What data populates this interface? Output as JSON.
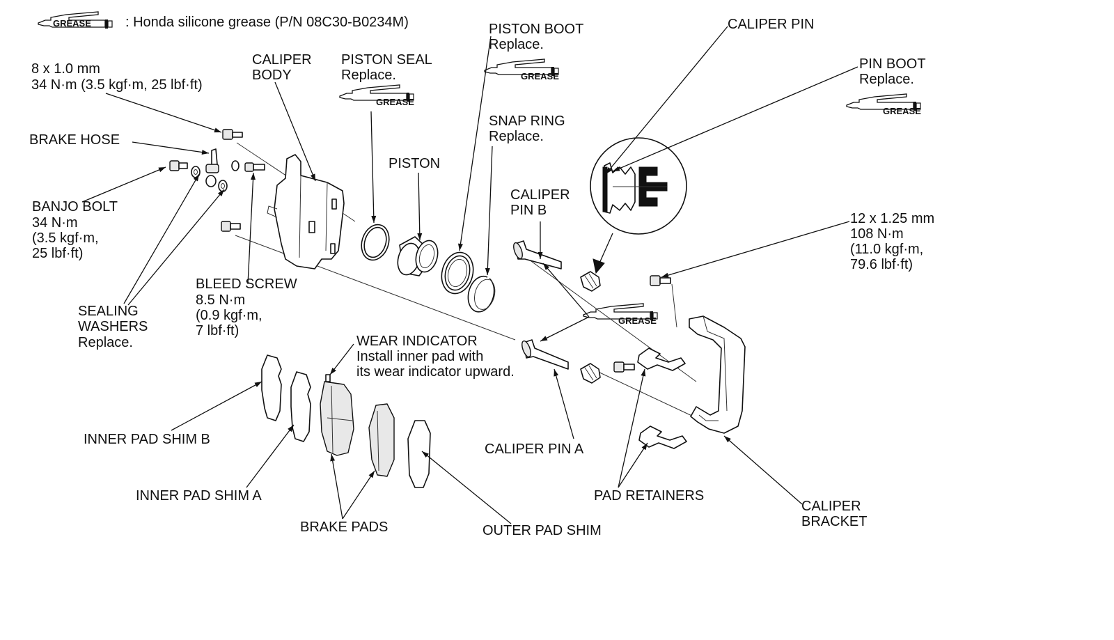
{
  "legend": {
    "grease_badge": "GREASE",
    "text": ": Honda silicone grease (P/N 08C30-B0234M)"
  },
  "labels": {
    "bolt_spec": [
      "8 x 1.0 mm",
      "34 N·m (3.5 kgf·m, 25 lbf·ft)"
    ],
    "caliper_body": [
      "CALIPER",
      "BODY"
    ],
    "piston_seal": [
      "PISTON SEAL",
      "Replace."
    ],
    "piston_boot": [
      "PISTON BOOT",
      "Replace."
    ],
    "caliper_pin": "CALIPER PIN",
    "pin_boot": [
      "PIN BOOT",
      "Replace."
    ],
    "brake_hose": "BRAKE HOSE",
    "snap_ring": [
      "SNAP RING",
      "Replace."
    ],
    "piston": "PISTON",
    "caliper_pin_b": [
      "CALIPER",
      "PIN B"
    ],
    "banjo_bolt": [
      "BANJO BOLT",
      "34 N·m",
      "(3.5 kgf·m,",
      "25 lbf·ft)"
    ],
    "bracket_bolt_spec": [
      "12 x 1.25 mm",
      "108 N·m",
      "(11.0 kgf·m,",
      "79.6 lbf·ft)"
    ],
    "bleed_screw": [
      "BLEED SCREW",
      "8.5 N·m",
      "(0.9 kgf·m,",
      "7 lbf·ft)"
    ],
    "sealing_washers": [
      "SEALING",
      "WASHERS",
      "Replace."
    ],
    "wear_indicator": [
      "WEAR INDICATOR",
      "Install inner pad with",
      "its wear indicator upward."
    ],
    "inner_pad_shim_b": "INNER PAD SHIM B",
    "inner_pad_shim_a": "INNER PAD SHIM A",
    "brake_pads": "BRAKE PADS",
    "outer_pad_shim": "OUTER PAD SHIM",
    "caliper_pin_a": "CALIPER PIN A",
    "pad_retainers": "PAD RETAINERS",
    "caliper_bracket": [
      "CALIPER",
      "BRACKET"
    ]
  }
}
